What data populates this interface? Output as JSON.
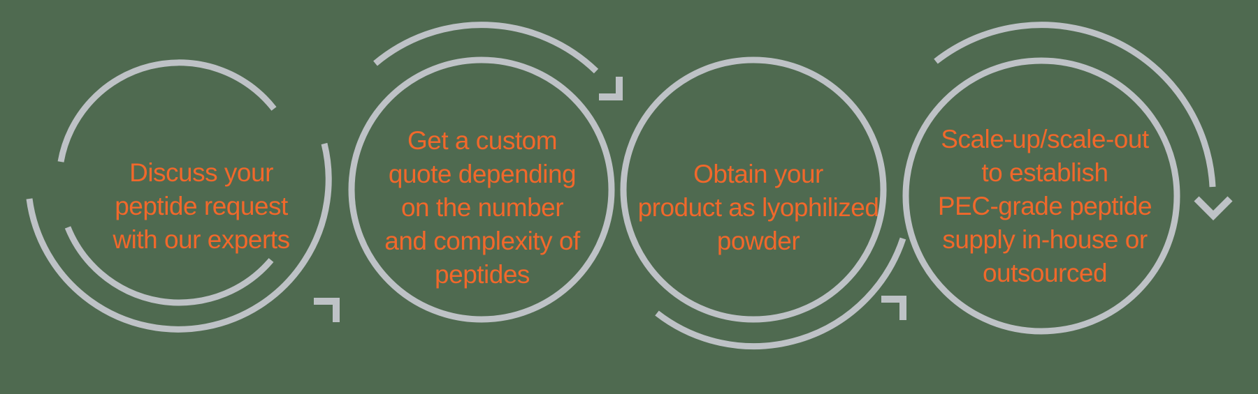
{
  "diagram_title": "peptide-ordering-process-cycle",
  "colors": {
    "background": "#4f6a50",
    "text_accent": "#f1682b",
    "arc_gray": "#bec2c6"
  },
  "steps": [
    {
      "lines": [
        "Discuss your",
        "peptide request",
        "with our experts"
      ],
      "arrow": "corner-arrow-up-right"
    },
    {
      "lines": [
        "Get a custom",
        "quote depending",
        "on the number",
        "and complexity of",
        "peptides"
      ],
      "arrow": "corner-arrow-down-right"
    },
    {
      "lines": [
        "Obtain your",
        "product as lyophilized",
        "powder"
      ],
      "arrow": "corner-arrow-up-right"
    },
    {
      "lines": [
        "Scale-up/scale-out",
        "to establish",
        "PEC-grade peptide",
        "supply in-house or",
        "outsourced"
      ],
      "arrow": "chevron-arrow-down"
    }
  ]
}
